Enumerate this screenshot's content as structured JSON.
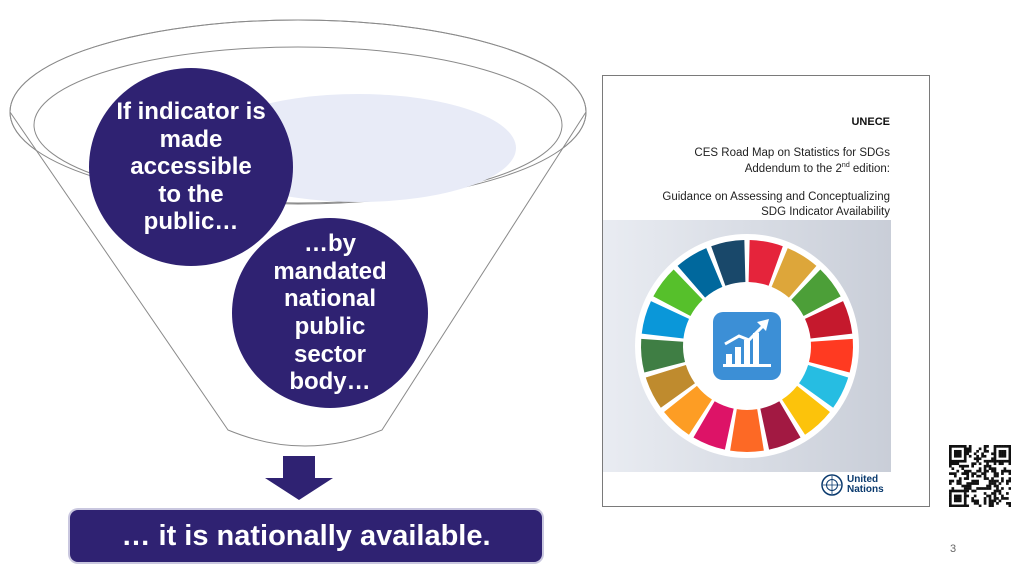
{
  "funnel": {
    "circle_1": "If indicator is made accessible to the public…",
    "circle_2": "…by mandated national public sector body…"
  },
  "result": "… it is nationally available.",
  "cover": {
    "org": "UNECE",
    "title_line1": "CES Road Map on Statistics for SDGs",
    "title_line2_pre": "Addendum to the 2",
    "title_line2_sup": "nd",
    "title_line2_post": " edition:",
    "subtitle_line1": "Guidance on Assessing and Conceptualizing",
    "subtitle_line2": "SDG Indicator Availability",
    "un_line1": "United",
    "un_line2": "Nations"
  },
  "sdg_wheel_colors": [
    "#e5243b",
    "#dda63a",
    "#4c9f38",
    "#c5192d",
    "#ff3a21",
    "#26bde2",
    "#fcc30b",
    "#a21942",
    "#fd6925",
    "#dd1367",
    "#fd9d24",
    "#bf8b2e",
    "#3f7e44",
    "#0a97d9",
    "#56c02b",
    "#00689d",
    "#19486a"
  ],
  "colors": {
    "primary": "#2f2272",
    "funnel_fill": "#e8ebf7",
    "funnel_stroke": "#8a8a8a"
  },
  "icons": [
    "down-arrow-icon",
    "chart-growth-icon",
    "un-emblem-icon",
    "qr-code"
  ],
  "page_number": "3"
}
